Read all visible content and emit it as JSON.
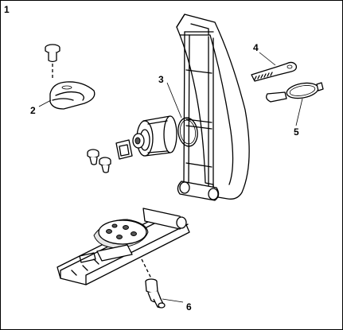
{
  "figure_label": "1",
  "callouts": [
    {
      "id": "2",
      "text": "2"
    },
    {
      "id": "3",
      "text": "3"
    },
    {
      "id": "4",
      "text": "4"
    },
    {
      "id": "5",
      "text": "5"
    },
    {
      "id": "6",
      "text": "6"
    }
  ]
}
